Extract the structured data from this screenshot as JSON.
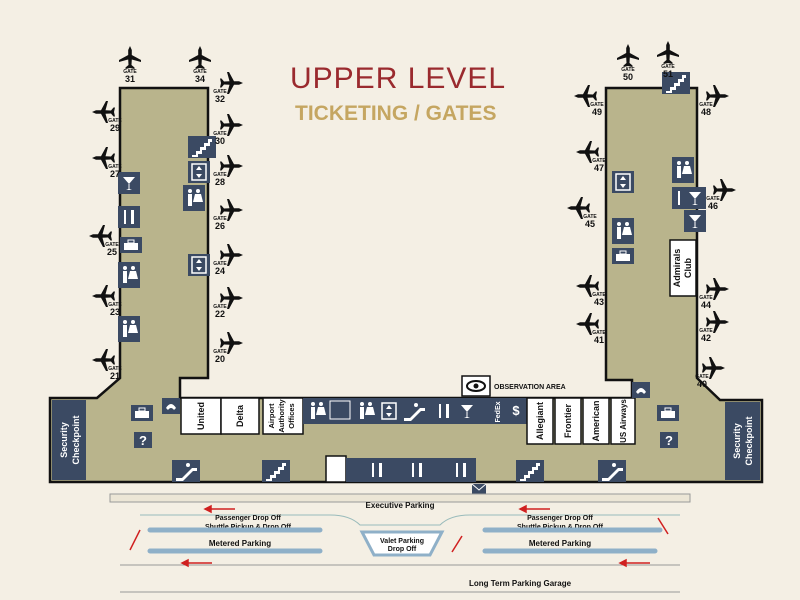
{
  "title": {
    "main": "UPPER LEVEL",
    "sub": "TICKETING / GATES"
  },
  "gate_prefix": "GATE",
  "gates": [
    "31",
    "34",
    "32",
    "30",
    "29",
    "28",
    "27",
    "26",
    "25",
    "24",
    "23",
    "22",
    "21",
    "20",
    "50",
    "51",
    "49",
    "48",
    "47",
    "46",
    "45",
    "44",
    "43",
    "42",
    "41",
    "40"
  ],
  "airlines": [
    "United",
    "Delta",
    "Allegiant",
    "Frontier",
    "American",
    "US Airways"
  ],
  "labels": {
    "airport_authority": [
      "Airport",
      "Authority",
      "Offices"
    ],
    "admirals_club": [
      "Admirals",
      "Club"
    ],
    "fedex": "FedEx",
    "observation_area": "OBSERVATION AREA",
    "security_left": [
      "Security",
      "Checkpoint"
    ],
    "security_right": [
      "Security",
      "Checkpoint"
    ]
  },
  "roadway": {
    "executive_parking": "Executive Parking",
    "passenger_drop_off": "Passenger Drop Off",
    "shuttle": "Shuttle Pickup & Drop Off",
    "metered_parking": "Metered Parking",
    "valet": [
      "Valet Parking",
      "Drop Off"
    ],
    "long_term": "Long Term Parking Garage"
  },
  "colors": {
    "terminal": "#b9b48c",
    "navy": "#3b4a63",
    "title_red": "#9a2a2e",
    "title_gold": "#c5a661",
    "arrow_red": "#d02020",
    "road_blue": "#8fb0c8"
  },
  "icons": [
    "airplane-icon",
    "restroom-icon",
    "bar-icon",
    "restaurant-icon",
    "escalator-icon",
    "stairs-icon",
    "elevator-icon",
    "telephone-icon",
    "information-icon",
    "atm-icon",
    "mail-icon",
    "observation-eye-icon",
    "computer-icon",
    "baggage-icon"
  ]
}
